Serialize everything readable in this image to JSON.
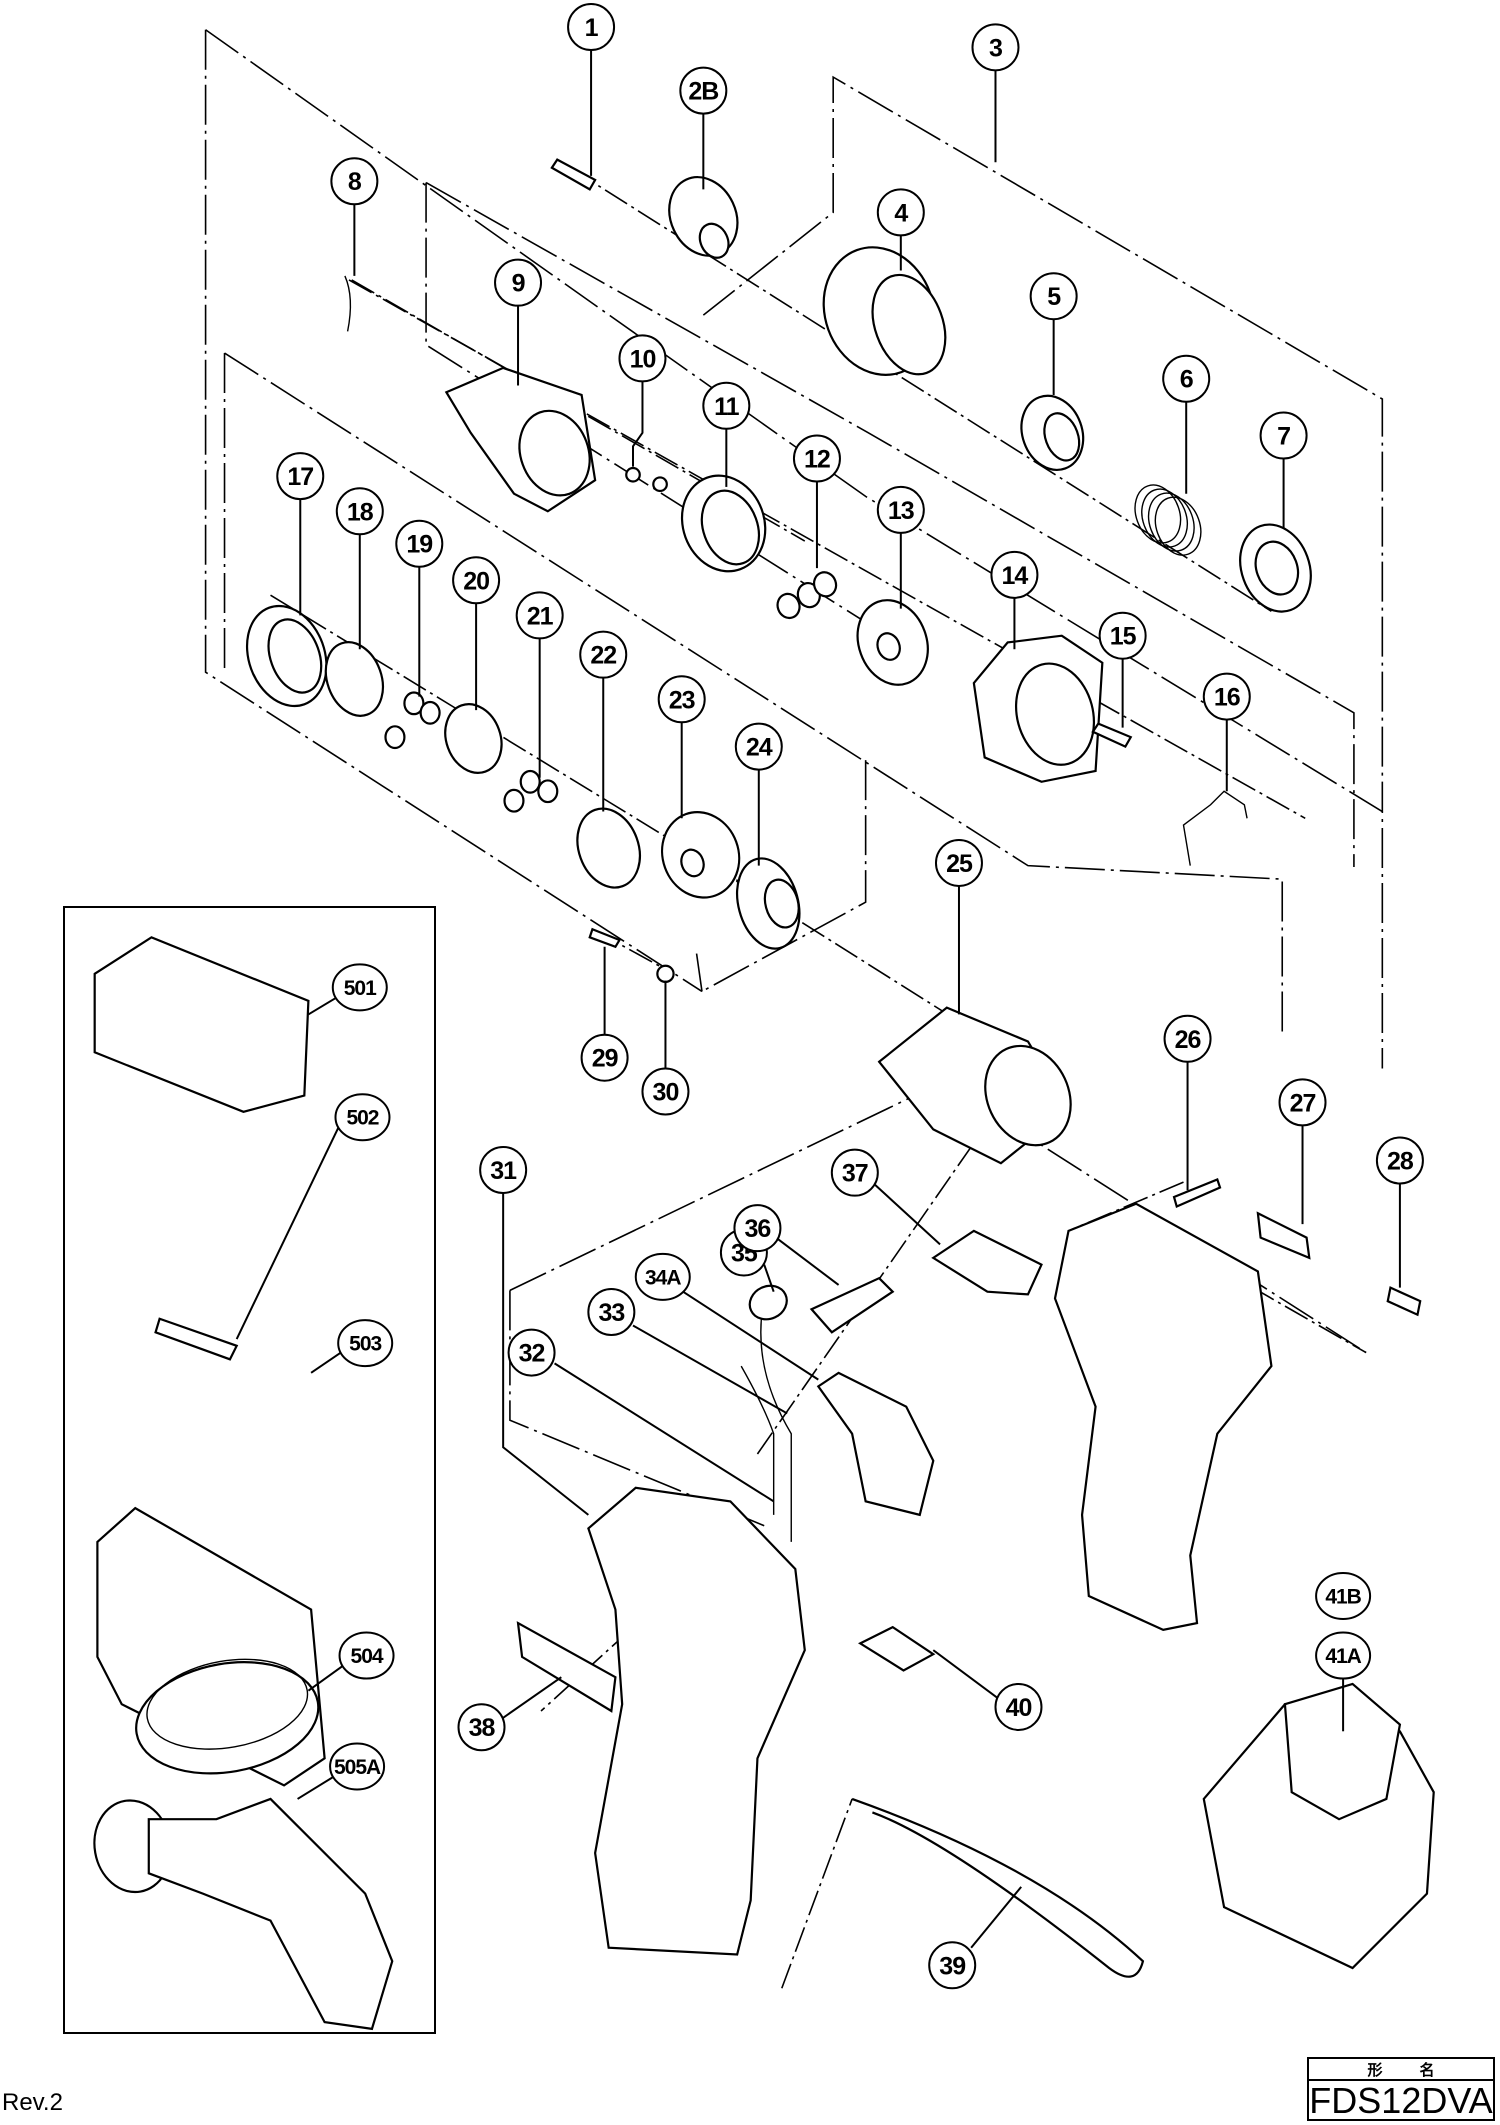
{
  "document": {
    "type": "exploded parts diagram",
    "model": "FDS12DVA",
    "model_header": [
      "形",
      "名"
    ],
    "revision": "Rev.2"
  },
  "callouts": [
    {
      "id": "1"
    },
    {
      "id": "2B"
    },
    {
      "id": "3"
    },
    {
      "id": "4"
    },
    {
      "id": "5"
    },
    {
      "id": "6"
    },
    {
      "id": "7"
    },
    {
      "id": "8"
    },
    {
      "id": "9"
    },
    {
      "id": "10"
    },
    {
      "id": "11"
    },
    {
      "id": "12"
    },
    {
      "id": "13"
    },
    {
      "id": "14"
    },
    {
      "id": "15"
    },
    {
      "id": "16"
    },
    {
      "id": "17"
    },
    {
      "id": "18"
    },
    {
      "id": "19"
    },
    {
      "id": "20"
    },
    {
      "id": "21"
    },
    {
      "id": "22"
    },
    {
      "id": "23"
    },
    {
      "id": "24"
    },
    {
      "id": "25"
    },
    {
      "id": "26"
    },
    {
      "id": "27"
    },
    {
      "id": "28"
    },
    {
      "id": "29"
    },
    {
      "id": "30"
    },
    {
      "id": "31"
    },
    {
      "id": "32"
    },
    {
      "id": "33"
    },
    {
      "id": "34A"
    },
    {
      "id": "35"
    },
    {
      "id": "36"
    },
    {
      "id": "37"
    },
    {
      "id": "38"
    },
    {
      "id": "39"
    },
    {
      "id": "40"
    },
    {
      "id": "41B"
    },
    {
      "id": "41A"
    },
    {
      "id": "501"
    },
    {
      "id": "502"
    },
    {
      "id": "503"
    },
    {
      "id": "504"
    },
    {
      "id": "505A"
    }
  ],
  "accessories_group": [
    "501",
    "502",
    "503",
    "504",
    "505A"
  ]
}
